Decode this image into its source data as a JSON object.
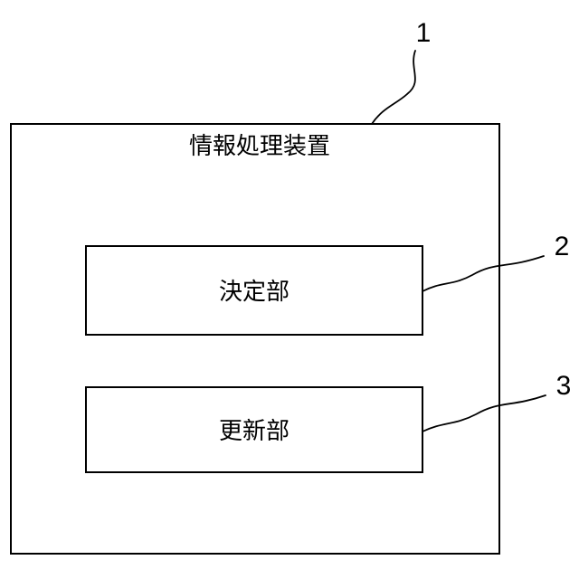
{
  "diagram": {
    "outer_box": {
      "label": "情報処理装置",
      "ref": "1"
    },
    "inner_boxes": [
      {
        "label": "決定部",
        "ref": "2"
      },
      {
        "label": "更新部",
        "ref": "3"
      }
    ]
  }
}
